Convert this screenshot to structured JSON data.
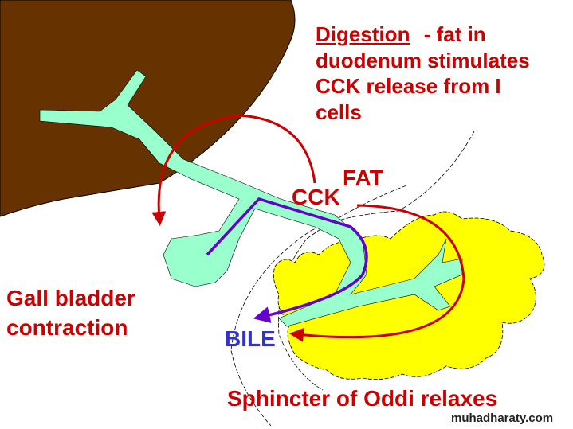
{
  "diagram": {
    "caption_lines": [
      "Digestion",
      "-  fat in",
      "duodenum stimulates",
      "CCK release from I",
      "cells"
    ],
    "labels": {
      "fat": "FAT",
      "cck": "CCK",
      "gall_bladder_1": "Gall bladder",
      "gall_bladder_2": "contraction",
      "bile": "BILE",
      "sphincter": "Sphincter of Oddi relaxes"
    },
    "watermark": "muhadharaty.com",
    "colors": {
      "liver": "#663300",
      "duct": "#99ffcc",
      "pancreas": "#ffff00",
      "arrow_red": "#cc0000",
      "bile_path": "#6600cc",
      "bile_text": "#3333cc"
    }
  }
}
